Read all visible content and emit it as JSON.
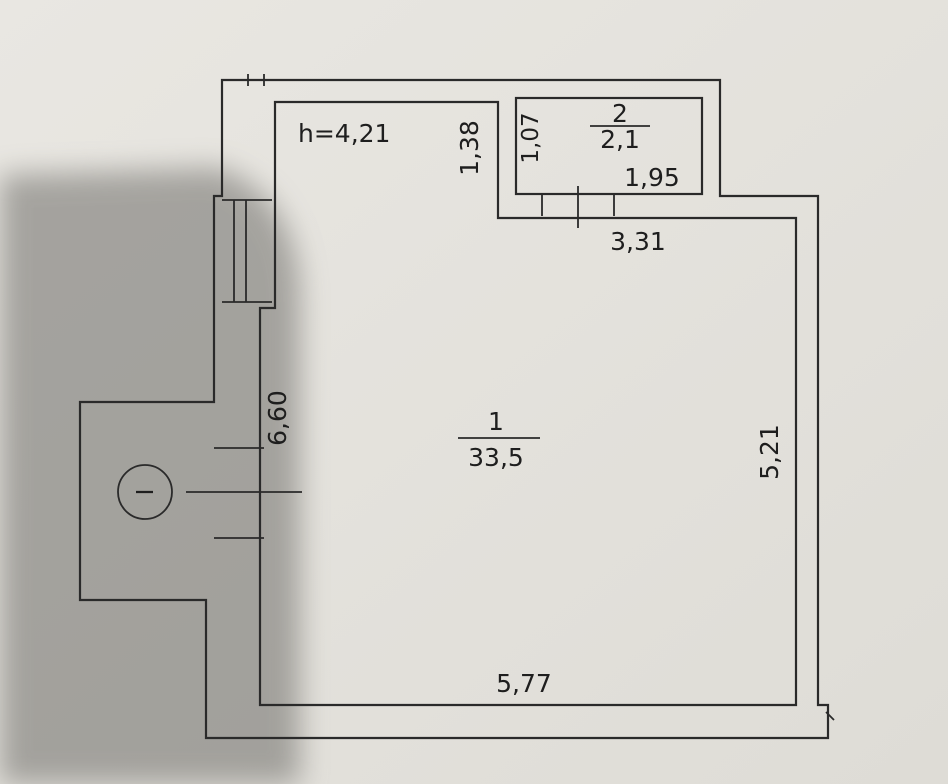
{
  "ceiling_height": "h=4,21",
  "rooms": [
    {
      "number": "1",
      "area": "33,5"
    },
    {
      "number": "2",
      "area": "2,1"
    }
  ],
  "dimensions": {
    "main_width_bottom": "5,77",
    "main_height_left": "6,60",
    "main_height_right": "5,21",
    "notch_height": "1,38",
    "notch_width": "3,31",
    "closet_width": "1,95",
    "closet_height": "1,07"
  },
  "entrance_marker": "I",
  "colors": {
    "paper": "#e4e2dd",
    "ink": "#2a2a2a",
    "shadow": "#6b6a66"
  }
}
